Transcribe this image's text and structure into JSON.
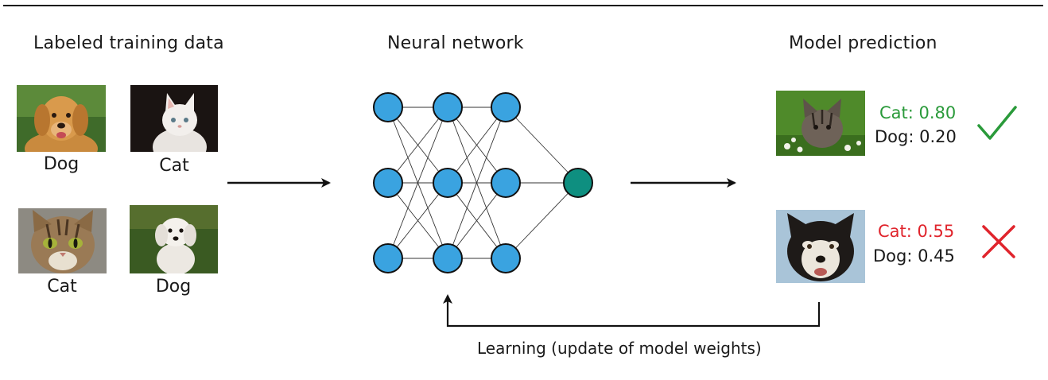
{
  "headings": {
    "training": "Labeled training data",
    "network": "Neural network",
    "prediction": "Model prediction"
  },
  "training_images": [
    {
      "label": "Dog",
      "icon": "golden-retriever-photo"
    },
    {
      "label": "Cat",
      "icon": "white-kitten-photo"
    },
    {
      "label": "Cat",
      "icon": "tabby-cat-photo"
    },
    {
      "label": "Dog",
      "icon": "white-puppy-photo"
    }
  ],
  "predictions": [
    {
      "icon": "tabby-kitten-photo",
      "cat": "Cat: 0.80",
      "dog": "Dog: 0.20",
      "result": "checkmark-icon"
    },
    {
      "icon": "husky-photo",
      "cat": "Cat: 0.55",
      "dog": "Dog: 0.45",
      "result": "cross-icon"
    }
  ],
  "network": {
    "layers": [
      3,
      3,
      3,
      1
    ],
    "hidden_color": "#3aa3e0",
    "output_color": "#0e8f80"
  },
  "feedback_label": "Learning (update of model weights)",
  "colors": {
    "correct": "#2a9a3a",
    "wrong": "#e0242c"
  }
}
